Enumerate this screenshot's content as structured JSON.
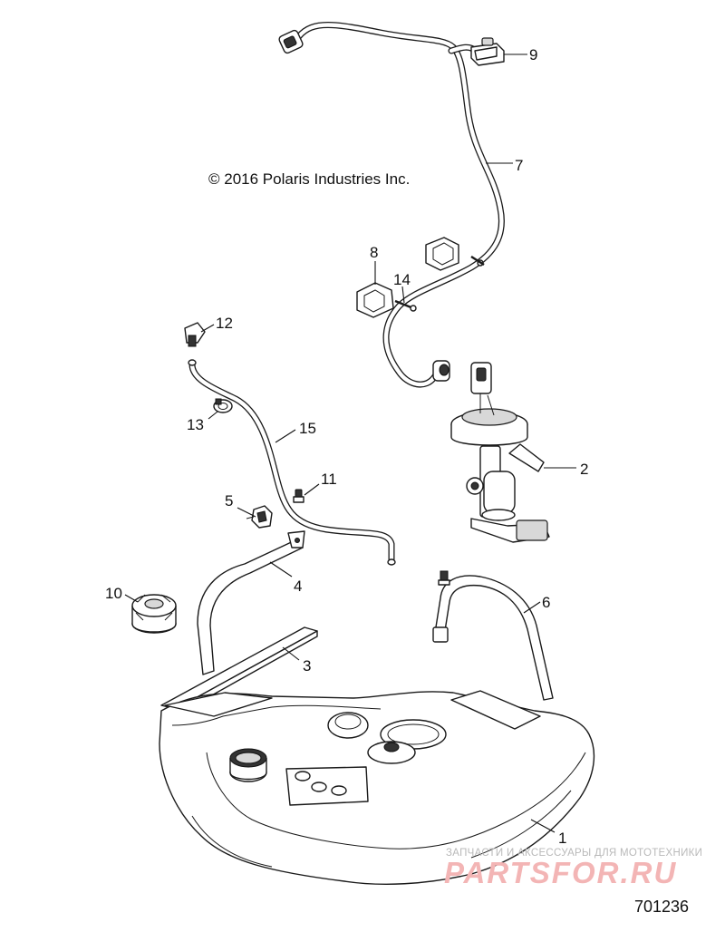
{
  "copyright": "© 2016 Polaris Industries Inc.",
  "drawing_number": "701236",
  "watermark": {
    "tagline": "ЗАПЧАСТИ И АКСЕССУАРЫ ДЛЯ МОТОТЕХНИКИ",
    "logo": "PARTSFOR.RU",
    "color": "#f3b5b5"
  },
  "callouts": [
    "1",
    "2",
    "3",
    "4",
    "5",
    "6",
    "7",
    "8",
    "9",
    "10",
    "11",
    "12",
    "13",
    "14",
    "15"
  ]
}
